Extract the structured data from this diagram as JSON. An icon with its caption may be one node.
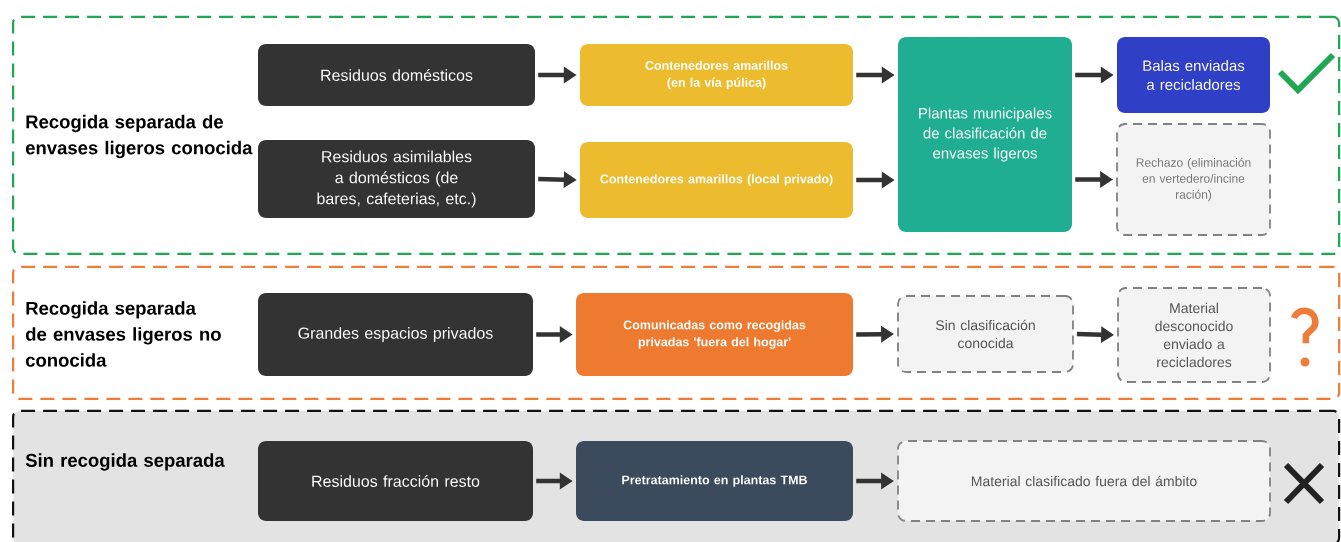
{
  "diagram": {
    "nodes": [
      {
        "text": [
          "Recogida separada de envases ligeros conocida"
        ]
      },
      {
        "text": [
          "Residuos domésticos"
        ],
        "in": 0
      },
      {
        "text": [
          "Contenedores amarillos (en la vía púlica)"
        ],
        "in": 0
      },
      {
        "text": [
          "Residuos asimilables a domésticos (de bares, cafeterias, etc.)"
        ],
        "in": 0
      },
      {
        "text": [
          "Contenedores amarillos (local privado)"
        ],
        "in": 0
      },
      {
        "text": [
          "Plantas municipales de clasificación de envases ligeros"
        ],
        "in": 0
      },
      {
        "text": [
          "Balas enviadas a recicladores"
        ],
        "in": 0
      },
      {
        "text": [
          "Rechazo (eliminación en vertedero/incine ración)"
        ],
        "in": 0
      },
      {
        "text": [
          "Recogida separada de envases ligeros no conocida"
        ]
      },
      {
        "text": [
          "Grandes espacios privados"
        ],
        "in": 8
      },
      {
        "text": [
          "Comunicadas como recogidas privadas 'fuera del hogar'"
        ],
        "in": 8
      },
      {
        "text": [
          "Sin clasificación conocida"
        ],
        "in": 8
      },
      {
        "text": [
          "Material desconocido enviado a recicladores"
        ],
        "in": 8
      },
      {
        "text": [
          "Sin recogida separada"
        ]
      },
      {
        "text": [
          "Residuos fracción resto"
        ],
        "in": 13
      },
      {
        "text": [
          "Pretratamiento en plantas TMB"
        ],
        "in": 13
      },
      {
        "text": [
          "Material clasificado fuera del ámbito"
        ],
        "in": 13
      }
    ],
    "edges": [
      {
        "from": 1,
        "to": 2,
        "arrow": "to"
      },
      {
        "from": 3,
        "to": 4,
        "arrow": "to"
      },
      {
        "from": 2,
        "to": 5,
        "arrow": "to"
      },
      {
        "from": 4,
        "to": 5,
        "arrow": "to"
      },
      {
        "from": 5,
        "to": 6,
        "arrow": "to"
      },
      {
        "from": 5,
        "to": 7,
        "arrow": "to"
      },
      {
        "from": 9,
        "to": 10,
        "arrow": "to"
      },
      {
        "from": 10,
        "to": 11,
        "arrow": "to"
      },
      {
        "from": 11,
        "to": 12,
        "arrow": "to"
      },
      {
        "from": 14,
        "to": 15,
        "arrow": "to"
      },
      {
        "from": 15,
        "to": 16,
        "arrow": "to"
      }
    ]
  }
}
